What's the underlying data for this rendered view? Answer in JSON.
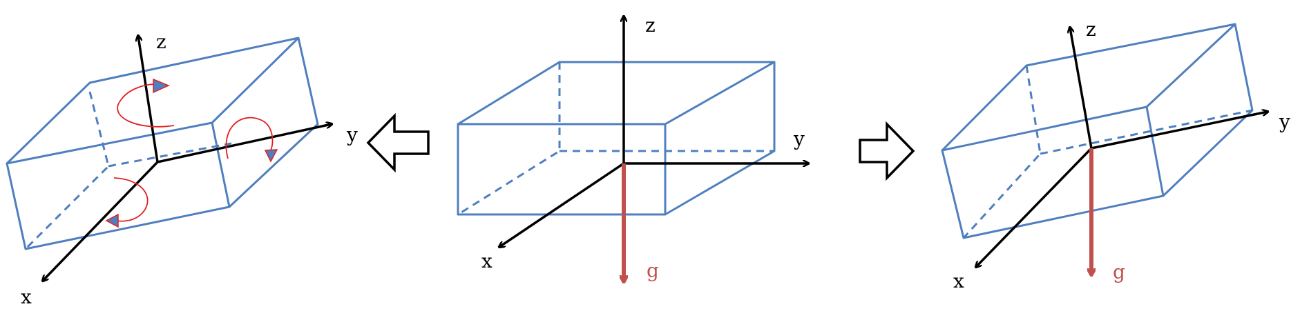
{
  "colors": {
    "box": "#4f7fbf",
    "axis": "#000000",
    "gravity": "#c0504d",
    "rotation": "#e02020"
  },
  "panels": {
    "left": {
      "x": "x",
      "y": "y",
      "z": "z"
    },
    "center": {
      "x": "x",
      "y": "y",
      "z": "z",
      "g": "g"
    },
    "right": {
      "x": "x",
      "y": "y",
      "z": "z",
      "g": "g"
    }
  },
  "arrows": {
    "center_to_left": "hollow-left-arrow",
    "center_to_right": "hollow-right-arrow"
  }
}
